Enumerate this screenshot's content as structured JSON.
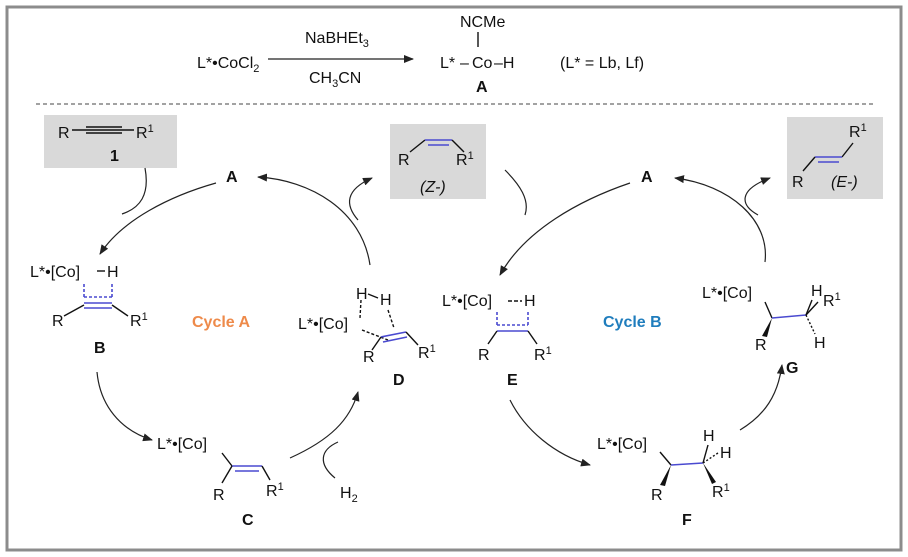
{
  "top": {
    "reactant_main": "L*•CoCl",
    "reactant_sub": "2",
    "reagent_above_main": "NaBHEt",
    "reagent_above_sub": "3",
    "reagent_below_a": "CH",
    "reagent_below_sub": "3",
    "reagent_below_b": "CN",
    "product_ligand": "NCMe",
    "product_left": "L*",
    "product_dash": "–",
    "product_core": "Co",
    "product_right": "–H",
    "product_label": "A",
    "ligand_note": "(L* = Lb, Lf)"
  },
  "alkyne_box": {
    "r": "R",
    "r1": "R",
    "sup": "1",
    "num": "1"
  },
  "z_box": {
    "r": "R",
    "r1": "R",
    "sup": "1",
    "label": "(Z-)"
  },
  "e_box": {
    "r": "R",
    "r1": "R",
    "sup": "1",
    "label": "(E-)"
  },
  "cycle_a": {
    "title": "Cycle A",
    "top_label": "A",
    "b": {
      "co": "L*•[Co]",
      "h": "H",
      "r": "R",
      "r1": "R",
      "sup": "1",
      "label": "B"
    },
    "c": {
      "co": "L*•[Co]",
      "r": "R",
      "r1": "R",
      "sup": "1",
      "label": "C"
    },
    "h2": {
      "h": "H",
      "sub": "2"
    },
    "d": {
      "co": "L*•[Co]",
      "h_a": "H",
      "h_b": "H",
      "r": "R",
      "r1": "R",
      "sup": "1",
      "label": "D"
    }
  },
  "cycle_b": {
    "title": "Cycle B",
    "top_label": "A",
    "e": {
      "co": "L*•[Co]",
      "h": "H",
      "r": "R",
      "r1": "R",
      "sup": "1",
      "label": "E"
    },
    "f": {
      "co": "L*•[Co]",
      "h": "H",
      "r": "R",
      "r1": "R",
      "sup": "1",
      "label": "F"
    },
    "g": {
      "co": "L*•[Co]",
      "h1": "H",
      "h2": "H",
      "r": "R",
      "r1": "R",
      "sup": "1",
      "label": "G"
    }
  },
  "colors": {
    "frame": "#8c8c8c",
    "box_fill": "#d9d9d9",
    "cycle_a": "#ee8a4a",
    "cycle_b": "#1f7dbd",
    "bond_blue": "#4a4ad0"
  }
}
